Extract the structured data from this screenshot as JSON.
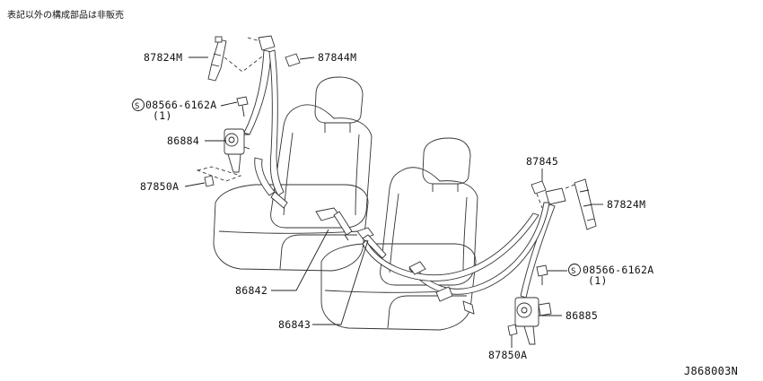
{
  "header_note": "表記以外の構成部品は非販売",
  "diagram_id": "J868003N",
  "parts": {
    "p87824M_left": "87824M",
    "p87844M": "87844M",
    "p08566_left": "08566-6162A",
    "p08566_left_qty": "(1)",
    "p86884": "86884",
    "p87850A_left": "87850A",
    "p86842": "86842",
    "p86843": "86843",
    "p87845": "87845",
    "p87824M_right": "87824M",
    "p08566_right": "08566-6162A",
    "p08566_right_qty": "(1)",
    "p86885": "86885",
    "p87850A_right": "87850A"
  },
  "screw_symbol": "S"
}
